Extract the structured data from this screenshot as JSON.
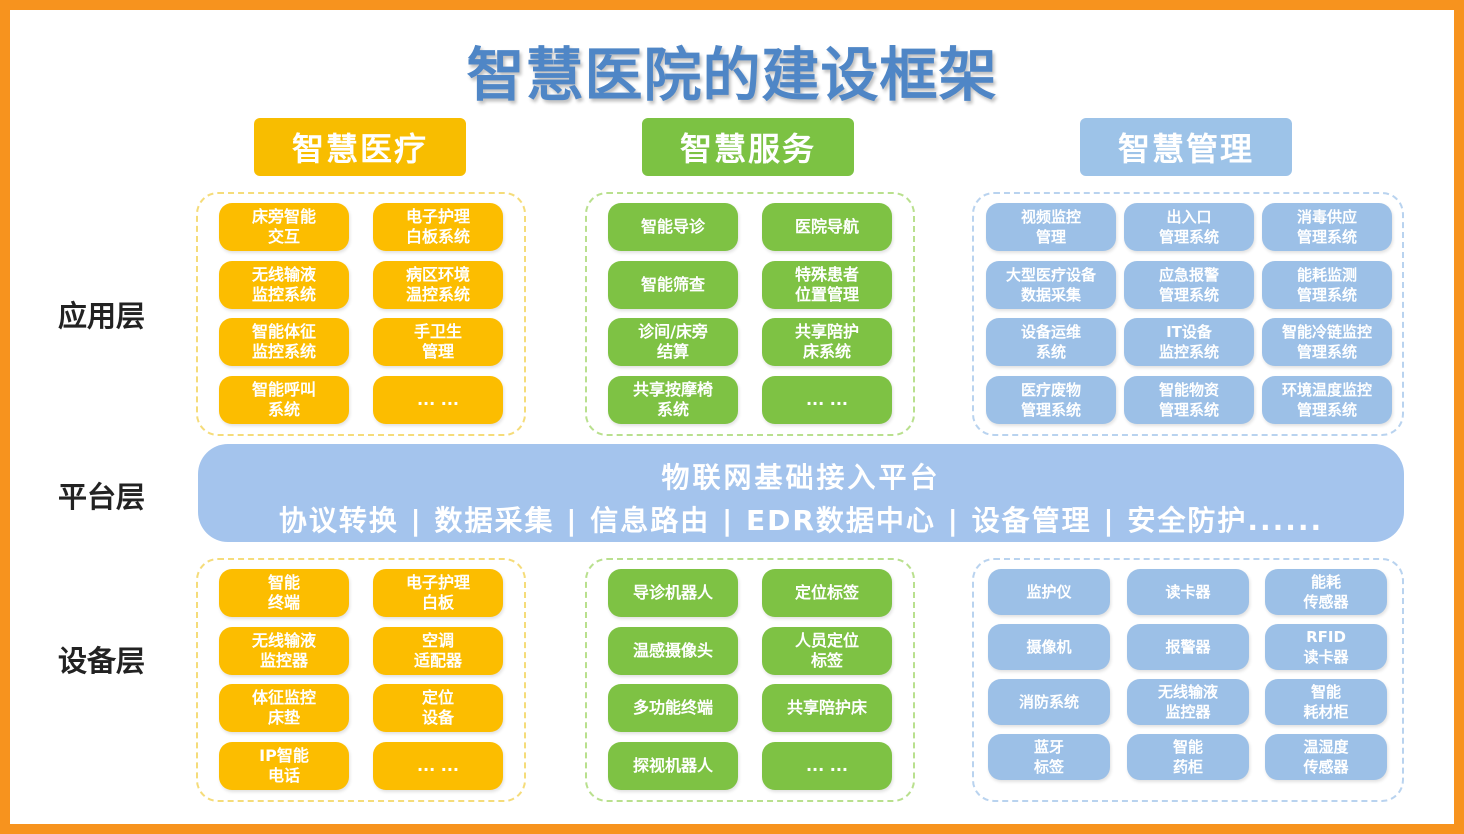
{
  "title": "智慧医院的建设框架",
  "columns": {
    "medical": "智慧医疗",
    "service": "智慧服务",
    "management": "智慧管理"
  },
  "layers": {
    "application": "应用层",
    "platform": "平台层",
    "device": "设备层"
  },
  "platform": {
    "title": "物联网基础接入平台",
    "features": "协议转换 | 数据采集 | 信息路由 | EDR数据中心 | 设备管理 | 安全防护......"
  },
  "application": {
    "medical": [
      "床旁智能\n交互",
      "电子护理\n白板系统",
      "无线输液\n监控系统",
      "病区环境\n温控系统",
      "智能体征\n监控系统",
      "手卫生\n管理",
      "智能呼叫\n系统",
      "... ..."
    ],
    "service": [
      "智能导诊",
      "医院导航",
      "智能筛查",
      "特殊患者\n位置管理",
      "诊间/床旁\n结算",
      "共享陪护\n床系统",
      "共享按摩椅\n系统",
      "... ..."
    ],
    "management": [
      "视频监控\n管理",
      "出入口\n管理系统",
      "消毒供应\n管理系统",
      "大型医疗设备\n数据采集",
      "应急报警\n管理系统",
      "能耗监测\n管理系统",
      "设备运维\n系统",
      "IT设备\n监控系统",
      "智能冷链监控\n管理系统",
      "医疗废物\n管理系统",
      "智能物资\n管理系统",
      "环境温度监控\n管理系统"
    ]
  },
  "device": {
    "medical": [
      "智能\n终端",
      "电子护理\n白板",
      "无线输液\n监控器",
      "空调\n适配器",
      "体征监控\n床垫",
      "定位\n设备",
      "IP智能\n电话",
      "... ..."
    ],
    "service": [
      "导诊机器人",
      "定位标签",
      "温感摄像头",
      "人员定位\n标签",
      "多功能终端",
      "共享陪护床",
      "探视机器人",
      "... ..."
    ],
    "management": [
      "监护仪",
      "读卡器",
      "能耗\n传感器",
      "摄像机",
      "报警器",
      "RFID\n读卡器",
      "消防系统",
      "无线输液\n监控器",
      "智能\n耗材柜",
      "蓝牙\n标签",
      "智能\n药柜",
      "温湿度\n传感器"
    ]
  },
  "colors": {
    "border": "#f7931e",
    "title": "#4f86c6",
    "medical": "#fcbd00",
    "service": "#7ec244",
    "management": "#9cc0e7",
    "platform": "#a4c4ed"
  }
}
